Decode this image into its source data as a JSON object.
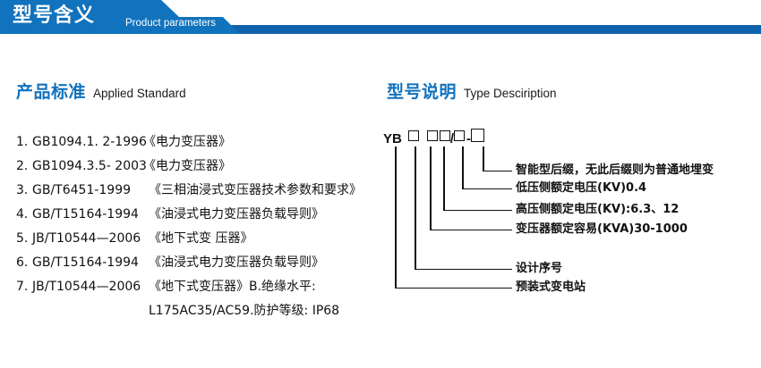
{
  "header": {
    "title_cn": "型号含义",
    "title_en": "Product parameters"
  },
  "sections": {
    "left": {
      "title_cn": "产品标准",
      "title_en": "Applied Standard"
    },
    "right": {
      "title_cn": "型号说明",
      "title_en": "Type Desciription"
    }
  },
  "standards": [
    {
      "num": "1.",
      "code": "GB1094.1. 2-1996",
      "name": "《电力变压器》"
    },
    {
      "num": "2.",
      "code": "GB1094.3.5- 2003",
      "name": "《电力变压器》"
    },
    {
      "num": "3.",
      "code": "GB/T6451-1999",
      "name": "《三相油浸式变压器技术参数和要求》"
    },
    {
      "num": "4.",
      "code": "GB/T15164-1994",
      "name": "《油浸式电力变压器负载导则》"
    },
    {
      "num": "5.",
      "code": "JB/T10544—2006",
      "name": "《地下式变 压器》"
    },
    {
      "num": "6.",
      "code": "GB/T15164-1994",
      "name": "《油浸式电力变压器负载导则》"
    },
    {
      "num": "7.",
      "code": "JB/T10544—2006",
      "name": "《地下式变压器》B.绝缘水平:"
    }
  ],
  "standards_continuation": "L175AC35/AC59.防护等级: IP68",
  "type_code": {
    "prefix": "YB",
    "separator_slash": "/",
    "separator_dash": "-"
  },
  "type_labels": [
    {
      "id": "intelligent-suffix",
      "text": "智能型后缀，无此后缀则为普通地埋变"
    },
    {
      "id": "lv-rated-voltage",
      "text": "低压侧额定电压(KV)0.4"
    },
    {
      "id": "hv-rated-voltage",
      "text": "高压侧额定电压(KV):6.3、12"
    },
    {
      "id": "rated-capacity",
      "text": "变压器额定容易(KVA)30-1000"
    },
    {
      "id": "design-serial",
      "text": "设计序号"
    },
    {
      "id": "substation-type",
      "text": "预装式变电站"
    }
  ],
  "colors": {
    "brand_blue": "#1172bd",
    "brand_blue_dark": "#0f63ac",
    "text": "#111111"
  }
}
